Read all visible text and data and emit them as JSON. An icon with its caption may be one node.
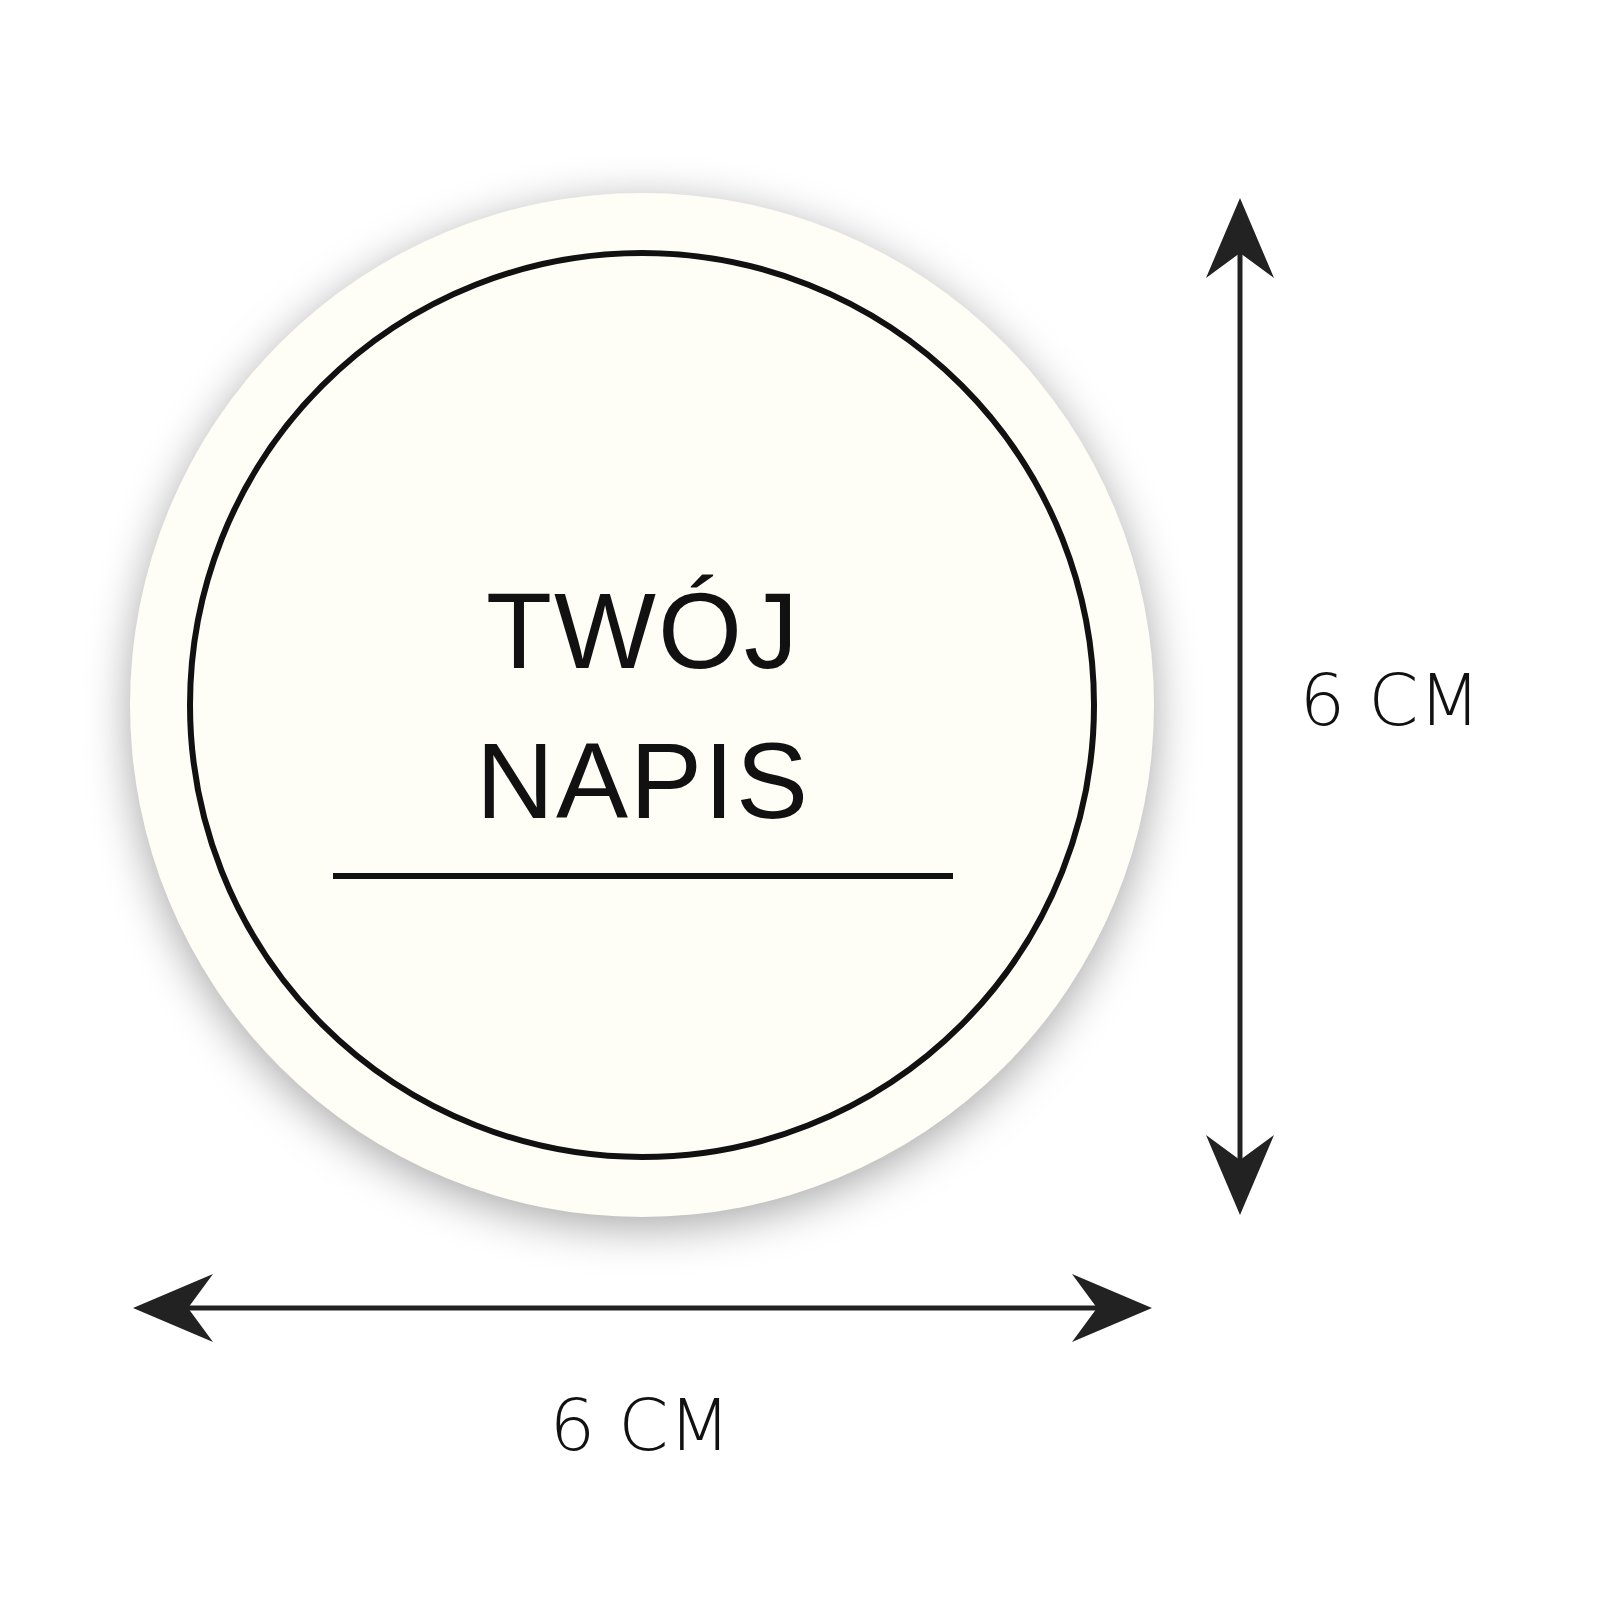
{
  "diagram": {
    "nodes": [
      {
        "text": [],
        "shape": "circle"
      },
      {
        "text": [
          "TWÓJ NAPIS"
        ],
        "in": 0
      }
    ],
    "edges": [],
    "labels": [
      "6 CM",
      "6 CM"
    ]
  }
}
